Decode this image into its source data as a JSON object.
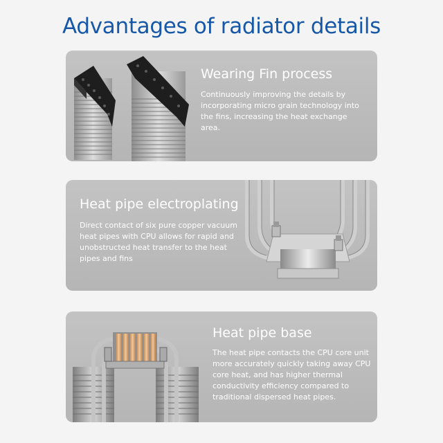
{
  "page": {
    "title": "Advantages of radiator details"
  },
  "sections": [
    {
      "title": "Wearing Fin process",
      "description": "Continuously improving the details by incorporating micro grain technology into the fins, increasing the heat exchange area.",
      "image_icon": "radiator-fins-icon"
    },
    {
      "title": "Heat pipe electroplating",
      "description": "Direct contact of six pure copper vacuum heat pipes with CPU allows for rapid and unobstructed heat transfer to the heat pipes and fins",
      "image_icon": "heat-pipes-icon"
    },
    {
      "title": "Heat pipe base",
      "description": "The heat pipe contacts the CPU core unit more accurately quickly taking away CPU core heat, and has higher thermal conductivity efficiency compared to traditional dispersed heat pipes.",
      "image_icon": "heat-pipe-base-icon"
    }
  ],
  "colors": {
    "title": "#1757a8",
    "card": "#bdbdbd",
    "text": "#ffffff",
    "copper": "#d9a878",
    "metal": "#a9a9a9"
  }
}
